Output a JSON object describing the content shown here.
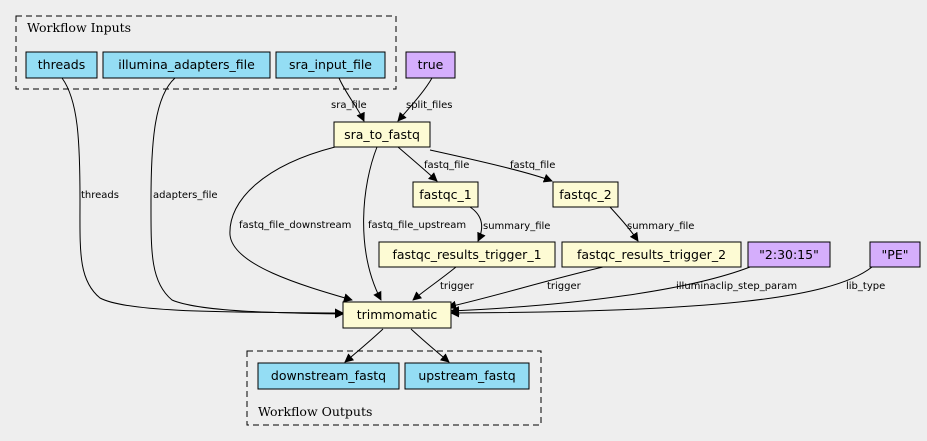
{
  "colors": {
    "background": "#eeeeee",
    "io_node": "#94ddf4",
    "step_node": "#fdfbd4",
    "const_node": "#d5aefc"
  },
  "clusters": {
    "inputs": {
      "label": "Workflow Inputs"
    },
    "outputs": {
      "label": "Workflow Outputs"
    }
  },
  "nodes": {
    "threads": {
      "label": "threads",
      "kind": "io"
    },
    "illumina_adapters_file": {
      "label": "illumina_adapters_file",
      "kind": "io"
    },
    "sra_input_file": {
      "label": "sra_input_file",
      "kind": "io"
    },
    "true_const": {
      "label": "true",
      "kind": "const"
    },
    "sra_to_fastq": {
      "label": "sra_to_fastq",
      "kind": "step"
    },
    "fastqc_1": {
      "label": "fastqc_1",
      "kind": "step"
    },
    "fastqc_2": {
      "label": "fastqc_2",
      "kind": "step"
    },
    "fastqc_results_trigger_1": {
      "label": "fastqc_results_trigger_1",
      "kind": "step"
    },
    "fastqc_results_trigger_2": {
      "label": "fastqc_results_trigger_2",
      "kind": "step"
    },
    "time_const": {
      "label": "\"2:30:15\"",
      "kind": "const"
    },
    "pe_const": {
      "label": "\"PE\"",
      "kind": "const"
    },
    "trimmomatic": {
      "label": "trimmomatic",
      "kind": "step"
    },
    "downstream_fastq": {
      "label": "downstream_fastq",
      "kind": "io"
    },
    "upstream_fastq": {
      "label": "upstream_fastq",
      "kind": "io"
    }
  },
  "edges": {
    "sra_file": {
      "label": "sra_file"
    },
    "split_files": {
      "label": "split_files"
    },
    "fastq_file_1": {
      "label": "fastq_file"
    },
    "fastq_file_2": {
      "label": "fastq_file"
    },
    "summary_file_1": {
      "label": "summary_file"
    },
    "summary_file_2": {
      "label": "summary_file"
    },
    "threads": {
      "label": "threads"
    },
    "adapters_file": {
      "label": "adapters_file"
    },
    "fastq_file_downstream": {
      "label": "fastq_file_downstream"
    },
    "fastq_file_upstream": {
      "label": "fastq_file_upstream"
    },
    "trigger_1": {
      "label": "trigger"
    },
    "trigger_2": {
      "label": "trigger"
    },
    "illuminaclip_step_param": {
      "label": "illuminaclip_step_param"
    },
    "lib_type": {
      "label": "lib_type"
    },
    "out_downstream": {
      "label": ""
    },
    "out_upstream": {
      "label": ""
    }
  }
}
